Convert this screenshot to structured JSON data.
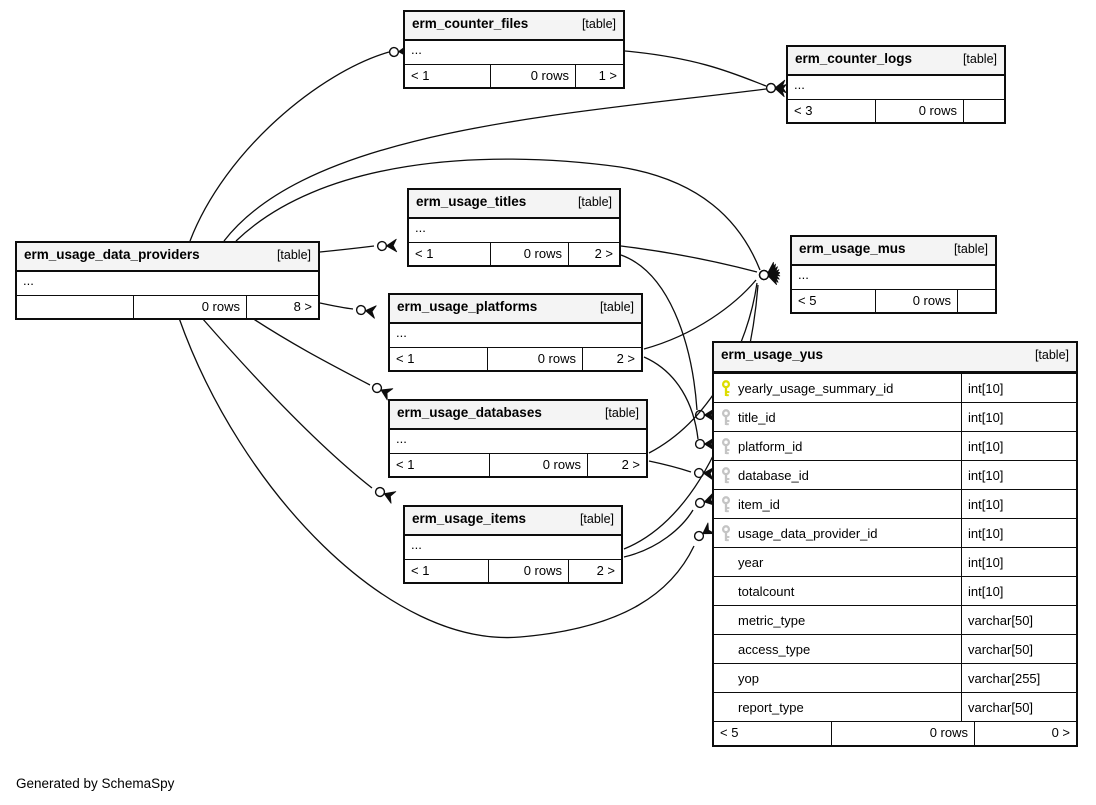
{
  "footer_note": "Generated by SchemaSpy",
  "diagram": {
    "colors": {
      "primary_key": "#dddd00",
      "foreign_key": "#c4c4c4",
      "header_bg": "#f4f4f4",
      "border": "#0d0d0d"
    },
    "tables": [
      {
        "id": "erm_counter_files",
        "title": "erm_counter_files",
        "tag": "[table]",
        "collapsed": "...",
        "footer": [
          "< 1",
          "0 rows",
          "1 >"
        ]
      },
      {
        "id": "erm_counter_logs",
        "title": "erm_counter_logs",
        "tag": "[table]",
        "collapsed": "...",
        "footer": [
          "< 3",
          "0 rows",
          ""
        ]
      },
      {
        "id": "erm_usage_data_providers",
        "title": "erm_usage_data_providers",
        "tag": "[table]",
        "collapsed": "...",
        "footer": [
          "",
          "0 rows",
          "8 >"
        ]
      },
      {
        "id": "erm_usage_titles",
        "title": "erm_usage_titles",
        "tag": "[table]",
        "collapsed": "...",
        "footer": [
          "< 1",
          "0 rows",
          "2 >"
        ]
      },
      {
        "id": "erm_usage_platforms",
        "title": "erm_usage_platforms",
        "tag": "[table]",
        "collapsed": "...",
        "footer": [
          "< 1",
          "0 rows",
          "2 >"
        ]
      },
      {
        "id": "erm_usage_databases",
        "title": "erm_usage_databases",
        "tag": "[table]",
        "collapsed": "...",
        "footer": [
          "< 1",
          "0 rows",
          "2 >"
        ]
      },
      {
        "id": "erm_usage_items",
        "title": "erm_usage_items",
        "tag": "[table]",
        "collapsed": "...",
        "footer": [
          "< 1",
          "0 rows",
          "2 >"
        ]
      },
      {
        "id": "erm_usage_mus",
        "title": "erm_usage_mus",
        "tag": "[table]",
        "collapsed": "...",
        "footer": [
          "< 5",
          "0 rows",
          ""
        ]
      },
      {
        "id": "erm_usage_yus",
        "title": "erm_usage_yus",
        "tag": "[table]",
        "footer": [
          "< 5",
          "0 rows",
          "0 >"
        ],
        "columns": [
          {
            "name": "yearly_usage_summary_id",
            "type": "int[10]",
            "key": "primary"
          },
          {
            "name": "title_id",
            "type": "int[10]",
            "key": "foreign"
          },
          {
            "name": "platform_id",
            "type": "int[10]",
            "key": "foreign"
          },
          {
            "name": "database_id",
            "type": "int[10]",
            "key": "foreign"
          },
          {
            "name": "item_id",
            "type": "int[10]",
            "key": "foreign"
          },
          {
            "name": "usage_data_provider_id",
            "type": "int[10]",
            "key": "foreign"
          },
          {
            "name": "year",
            "type": "int[10]",
            "key": null
          },
          {
            "name": "totalcount",
            "type": "int[10]",
            "key": null
          },
          {
            "name": "metric_type",
            "type": "varchar[50]",
            "key": null
          },
          {
            "name": "access_type",
            "type": "varchar[50]",
            "key": null
          },
          {
            "name": "yop",
            "type": "varchar[255]",
            "key": null
          },
          {
            "name": "report_type",
            "type": "varchar[50]",
            "key": null
          }
        ]
      }
    ],
    "relationships": [
      {
        "from": "erm_usage_data_providers",
        "to": "erm_counter_files"
      },
      {
        "from": "erm_counter_files",
        "to": "erm_counter_logs"
      },
      {
        "from": "erm_usage_data_providers",
        "to": "erm_counter_logs"
      },
      {
        "from": "erm_usage_data_providers",
        "to": "erm_usage_mus"
      },
      {
        "from": "erm_usage_titles",
        "to": "erm_usage_mus"
      },
      {
        "from": "erm_usage_titles",
        "to": "erm_usage_yus",
        "to_column": "title_id"
      },
      {
        "from": "erm_usage_platforms",
        "to": "erm_usage_mus"
      },
      {
        "from": "erm_usage_platforms",
        "to": "erm_usage_yus",
        "to_column": "platform_id"
      },
      {
        "from": "erm_usage_databases",
        "to": "erm_usage_mus"
      },
      {
        "from": "erm_usage_databases",
        "to": "erm_usage_yus",
        "to_column": "database_id"
      },
      {
        "from": "erm_usage_items",
        "to": "erm_usage_mus"
      },
      {
        "from": "erm_usage_items",
        "to": "erm_usage_yus",
        "to_column": "item_id"
      },
      {
        "from": "erm_usage_data_providers",
        "to": "erm_usage_yus",
        "to_column": "usage_data_provider_id"
      },
      {
        "from": "erm_usage_data_providers",
        "to": "erm_usage_items"
      },
      {
        "from": "erm_usage_data_providers",
        "to": "erm_usage_databases"
      },
      {
        "from": "erm_usage_data_providers",
        "to": "erm_usage_platforms"
      },
      {
        "from": "erm_usage_data_providers",
        "to": "erm_usage_titles"
      }
    ]
  }
}
